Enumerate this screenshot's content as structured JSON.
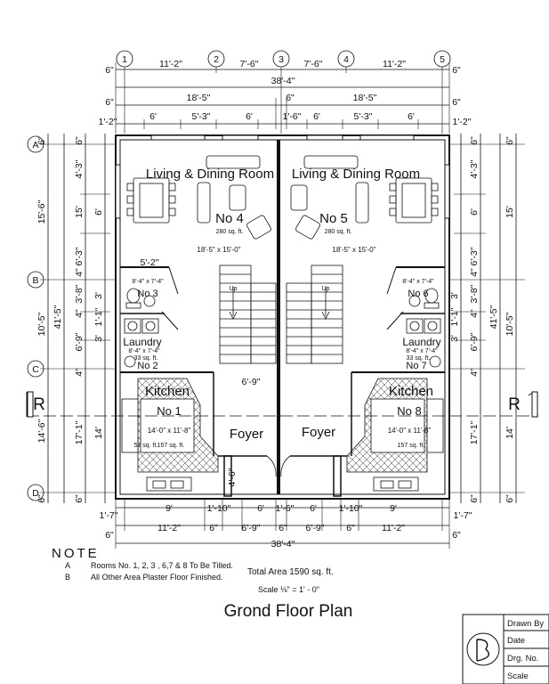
{
  "grid_labels": {
    "columns": [
      "1",
      "2",
      "3",
      "4",
      "5"
    ],
    "rows": [
      "A",
      "B",
      "C",
      "D"
    ]
  },
  "section_marks": {
    "left": "R",
    "right": "R"
  },
  "top_dims": {
    "row1": [
      "6\"",
      "11'-2\"",
      "7'-6\"",
      "7'-6\"",
      "11'-2\"",
      "6\""
    ],
    "row2": "38'-4\"",
    "row3": [
      "6\"",
      "18'-5\"",
      "6\"",
      "18'-5\"",
      "6\""
    ],
    "row4": [
      "1'-2\"",
      "6'",
      "5'-3\"",
      "6'",
      "1'-6\"",
      "6'",
      "5'-3\"",
      "6'",
      "1'-2\""
    ]
  },
  "bottom_dims": {
    "row1": [
      "1'-7\"",
      "9'",
      "1'-10\"",
      "6'",
      "1'-6\"",
      "6'",
      "1'-10\"",
      "9'",
      "1'-7\""
    ],
    "row2": [
      "6\"",
      "11'-2\"",
      "6\"",
      "6'-9\"",
      "6\"",
      "6'-9\"",
      "6\"",
      "11'-2\"",
      "6\""
    ],
    "row3": "38'-4\""
  },
  "left_dims": {
    "outer": [
      "6\"",
      "15'-6\"",
      "10'-5\"",
      "14'-6\"",
      "6\""
    ],
    "total": "41'-5\"",
    "inner": [
      "6\"",
      "4'-3\"",
      "15'",
      "6'-3\"",
      "4\"",
      "3'-8\"",
      "4\"",
      "6'-9\"",
      "4\"",
      "17'-1\"",
      "6\""
    ],
    "inner2": [
      "6'",
      "3'",
      "1'-1\"",
      "3'",
      "14'"
    ]
  },
  "right_dims": {
    "outer": [
      "6\"",
      "15'",
      "10'-5\"",
      "14'",
      "6\""
    ],
    "total": "41'-5\"",
    "inner": [
      "6\"",
      "4'-3\"",
      "6'",
      "6'-3\"",
      "4\"",
      "3'-8\"",
      "4\"",
      "6'-9\"",
      "4\"",
      "17'-1\"",
      "6\""
    ],
    "inner2": [
      "3'",
      "1'-1\"",
      "3'"
    ]
  },
  "rooms": {
    "living_left": "Living & Dining Room",
    "living_right": "Living & Dining Room",
    "no4": "No 4",
    "no4_area": "280 sq. ft.",
    "no4_size": "18'-5\" x 15'-0\"",
    "no5": "No 5",
    "no5_area": "280 sq. ft.",
    "no5_size": "18'-5\" x 15'-0\"",
    "stair_up": "Up",
    "no3": "No 3",
    "no3_size": "8'-4\" x 7'-4\"",
    "no6": "No 6",
    "no6_size": "8'-4\" x 7'-4\"",
    "laundry_left": "Laundry",
    "laundry_right": "Laundry",
    "laundry_size": "8'-4\" x 7'-4\"",
    "laundry_area": "33 sq. ft.",
    "no2": "No 2",
    "no7": "No 7",
    "bath_area": "57 sq. ft.",
    "kitchen_left": "Kitchen",
    "kitchen_right": "Kitchen",
    "no1": "No 1",
    "no8": "No 8",
    "kitchen_size": "14'-0\" x 11'-8\"",
    "kitchen_area": "157 sq. ft.",
    "foyer_left": "Foyer",
    "foyer_right": "Foyer",
    "stair_landing": "6'-9\"",
    "door_dim": "4'-6\"",
    "wall_5_2": "5'-2\""
  },
  "notes": {
    "heading": "NOTE",
    "items": [
      {
        "key": "A",
        "text": "Rooms No. 1, 2, 3 , 6,7 & 8 To Be Tilled."
      },
      {
        "key": "B",
        "text": "All Other Area Plaster Floor Finished."
      }
    ],
    "total_area": "Total Area 1590 sq. ft.",
    "scale": "Scale ⅛\" = 1' - 0\""
  },
  "title": "Grond Floor Plan",
  "title_block": {
    "drawn_by": "Drawn By",
    "date": "Date",
    "drg_no": "Drg. No.",
    "scale": "Scale"
  }
}
